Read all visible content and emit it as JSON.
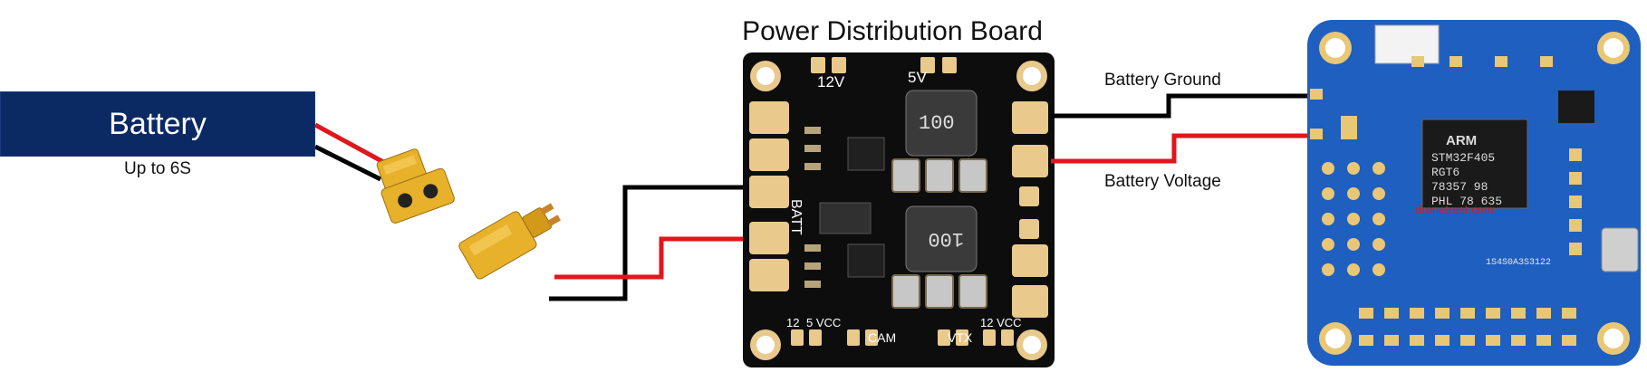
{
  "battery": {
    "label": "Battery",
    "subtitle": "Up to 6S"
  },
  "pdb": {
    "title": "Power Distribution Board",
    "silk": {
      "v12": "12V",
      "v5": "5V",
      "batt": "BATT",
      "bottom_12": "12",
      "bottom_5vcc": "5 VCC",
      "bottom_cam": "CAM",
      "bottom_vtx": "VTX",
      "bottom_12vcc": "12 VCC",
      "inductor": "100"
    }
  },
  "wires": {
    "ground_label": "Battery Ground",
    "voltage_label": "Battery Voltage",
    "colors": {
      "ground": "#000000",
      "positive": "#e0161b",
      "connector": "#e8b12a",
      "board_blue": "#1f5fbf",
      "pdb_black": "#0d0d0d"
    }
  },
  "fc": {
    "chip_brand": "ARM",
    "chip_model": "STM32F405",
    "chip_line1": "RGT6",
    "chip_line2": "78357 98",
    "chip_line3": "PHL 78 635",
    "watermark": "dronetrest.com",
    "serial": "1S4S0A3S3122"
  }
}
